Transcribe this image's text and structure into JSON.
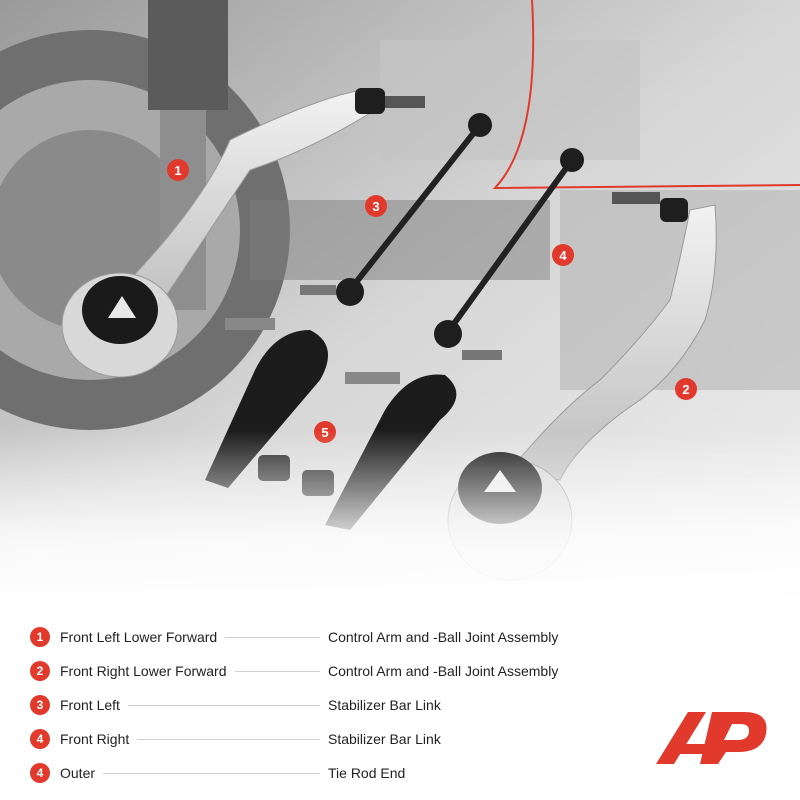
{
  "callouts": [
    "1",
    "2",
    "3",
    "4",
    "5"
  ],
  "legend": [
    {
      "num": "1",
      "label": "Front Left Lower Forward",
      "desc": "Control Arm and -Ball Joint Assembly"
    },
    {
      "num": "2",
      "label": "Front Right Lower Forward",
      "desc": "Control Arm and -Ball Joint Assembly"
    },
    {
      "num": "3",
      "label": "Front Left",
      "desc": "Stabilizer Bar Link"
    },
    {
      "num": "4",
      "label": "Front Right",
      "desc": "Stabilizer Bar Link"
    },
    {
      "num": "4",
      "label": "Outer",
      "desc": "Tie Rod End"
    }
  ],
  "colors": {
    "accent": "#e1392b",
    "text": "#222222",
    "leader": "#cfcfcf"
  },
  "logo": {
    "name": "a-premium-logo-icon"
  }
}
